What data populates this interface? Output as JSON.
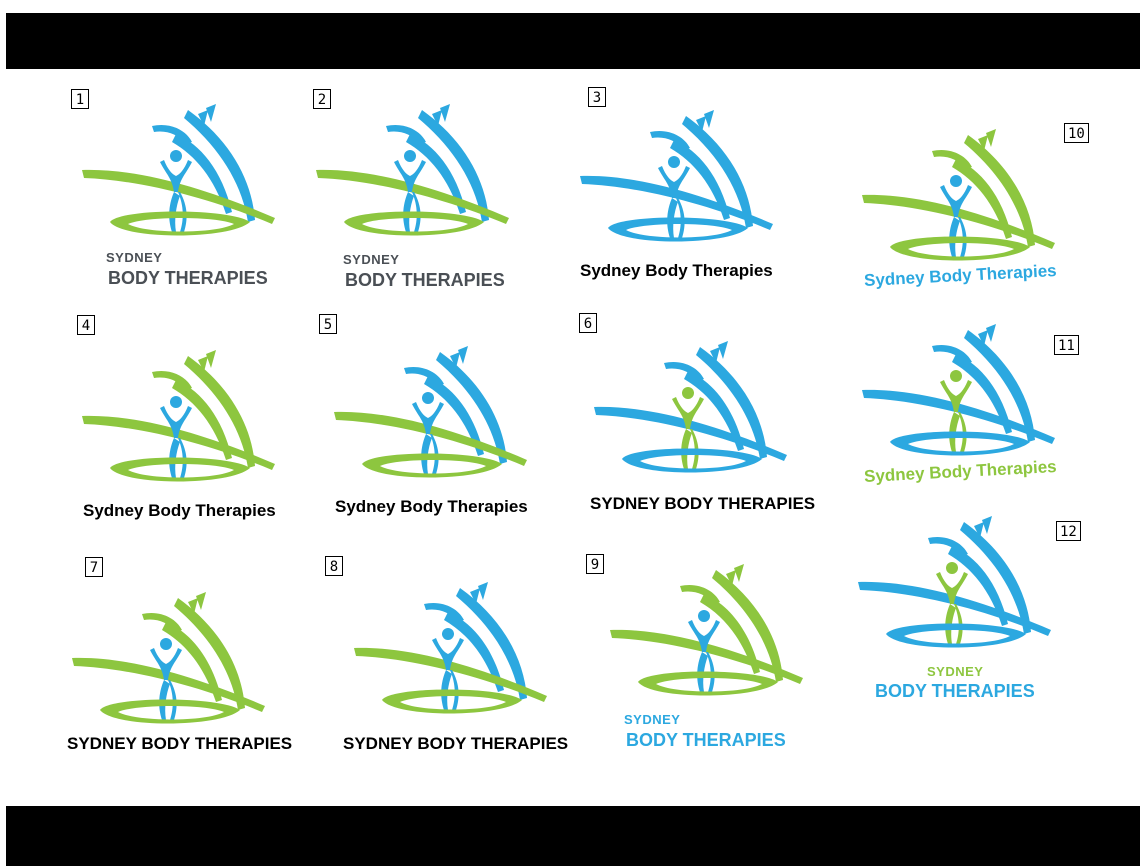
{
  "colors": {
    "blue": "#2ca8e0",
    "green": "#8dc63f",
    "gray": "#4a4f55",
    "black": "#000000"
  },
  "variants": [
    {
      "number": "1",
      "arc": "blue",
      "figure": "blue",
      "ring": "green",
      "title_line1": "SYDNEY",
      "title_line2": "BODY THERAPIES",
      "text_color": "gray"
    },
    {
      "number": "2",
      "arc": "blue",
      "figure": "blue",
      "ring": "green",
      "title_line1": "SYDNEY",
      "title_line2": "BODY THERAPIES",
      "text_color": "gray"
    },
    {
      "number": "3",
      "arc": "blue",
      "figure": "blue",
      "ring": "blue",
      "title": "Sydney Body Therapies",
      "text_color": "black"
    },
    {
      "number": "4",
      "arc": "green",
      "figure": "blue",
      "ring": "green",
      "title": "Sydney Body Therapies",
      "text_color": "black"
    },
    {
      "number": "5",
      "arc": "blue",
      "figure": "blue",
      "ring": "green",
      "title": "Sydney Body Therapies",
      "text_color": "black"
    },
    {
      "number": "6",
      "arc": "blue",
      "figure": "green",
      "ring": "blue",
      "title": "SYDNEY BODY THERAPIES",
      "text_color": "black"
    },
    {
      "number": "7",
      "arc": "green",
      "figure": "blue",
      "ring": "green",
      "title": "SYDNEY BODY THERAPIES",
      "text_color": "black"
    },
    {
      "number": "8",
      "arc": "blue",
      "figure": "blue",
      "ring": "green",
      "title": "SYDNEY BODY THERAPIES",
      "text_color": "black"
    },
    {
      "number": "9",
      "arc": "green",
      "figure": "blue",
      "ring": "green",
      "title_line1": "SYDNEY",
      "title_line2": "BODY THERAPIES",
      "text_color": "blue"
    },
    {
      "number": "10",
      "arc": "green",
      "figure": "blue",
      "ring": "green",
      "title": "Sydney Body Therapies",
      "text_color": "blue"
    },
    {
      "number": "11",
      "arc": "blue",
      "figure": "green",
      "ring": "blue",
      "title": "Sydney Body Therapies",
      "text_color": "green"
    },
    {
      "number": "12",
      "arc": "blue",
      "figure": "green",
      "ring": "blue",
      "title_line1": "SYDNEY",
      "title_line2": "BODY THERAPIES",
      "text_color": "green_blue"
    }
  ]
}
